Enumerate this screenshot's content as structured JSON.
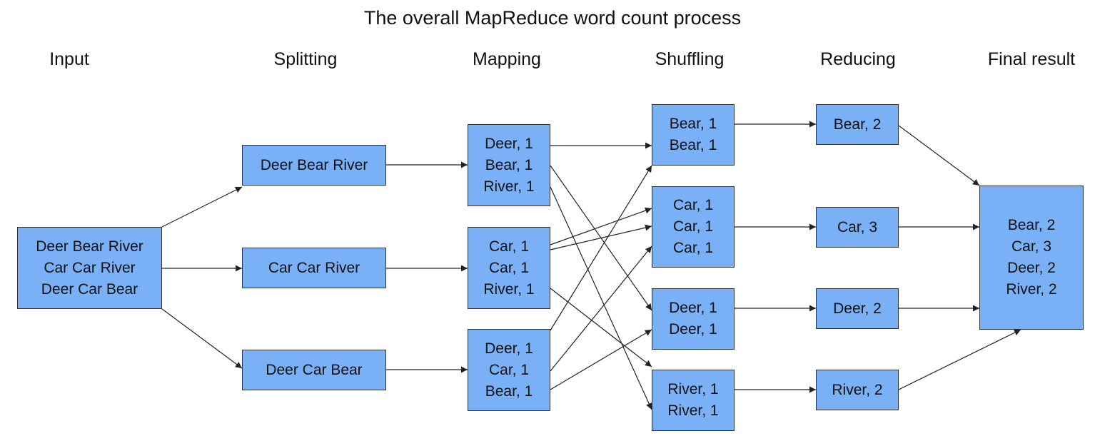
{
  "title": "The overall MapReduce word count process",
  "stages": [
    "Input",
    "Splitting",
    "Mapping",
    "Shuffling",
    "Reducing",
    "Final result"
  ],
  "boxes": {
    "input": [
      "Deer Bear River",
      "Car Car River",
      "Deer Car Bear"
    ],
    "split_1": [
      "Deer Bear River"
    ],
    "split_2": [
      "Car Car River"
    ],
    "split_3": [
      "Deer Car Bear"
    ],
    "map_1": [
      "Deer, 1",
      "Bear, 1",
      "River, 1"
    ],
    "map_2": [
      "Car, 1",
      "Car, 1",
      "River, 1"
    ],
    "map_3": [
      "Deer, 1",
      "Car, 1",
      "Bear, 1"
    ],
    "shuffle_bear": [
      "Bear, 1",
      "Bear, 1"
    ],
    "shuffle_car": [
      "Car, 1",
      "Car, 1",
      "Car, 1"
    ],
    "shuffle_deer": [
      "Deer, 1",
      "Deer, 1"
    ],
    "shuffle_river": [
      "River, 1",
      "River, 1"
    ],
    "reduce_bear": [
      "Bear, 2"
    ],
    "reduce_car": [
      "Car, 3"
    ],
    "reduce_deer": [
      "Deer, 2"
    ],
    "reduce_river": [
      "River, 2"
    ],
    "final": [
      "Bear, 2",
      "Car, 3",
      "Deer, 2",
      "River, 2"
    ]
  },
  "colors": {
    "box_fill": "#7ab0f5",
    "box_border": "#333333",
    "arrow": "#222222"
  }
}
